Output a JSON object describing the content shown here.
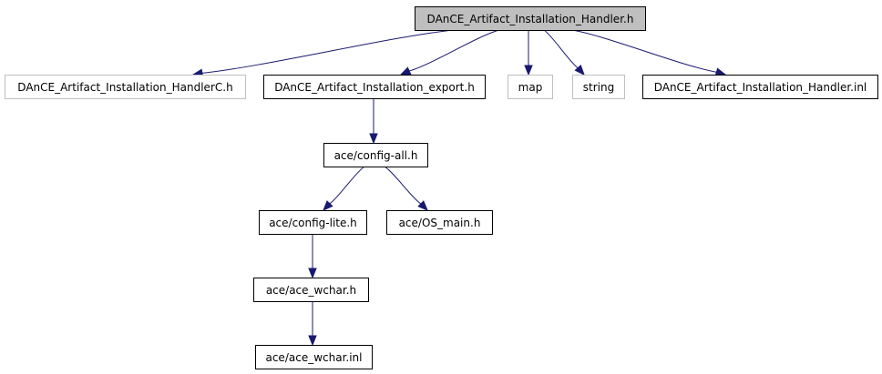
{
  "diagram": {
    "type": "include-dependency-graph",
    "colors": {
      "edge": "#191970",
      "root_fill": "#bfbfbf",
      "node_border": "#000000",
      "external_border": "#bfbfbf",
      "background": "#ffffff"
    },
    "nodes": [
      {
        "id": "root",
        "label": "DAnCE_Artifact_Installation_Handler.h",
        "style": "root"
      },
      {
        "id": "handlerC",
        "label": "DAnCE_Artifact_Installation_HandlerC.h",
        "style": "external"
      },
      {
        "id": "export",
        "label": "DAnCE_Artifact_Installation_export.h",
        "style": "linked"
      },
      {
        "id": "map",
        "label": "map",
        "style": "external"
      },
      {
        "id": "string",
        "label": "string",
        "style": "external"
      },
      {
        "id": "inl",
        "label": "DAnCE_Artifact_Installation_Handler.inl",
        "style": "linked"
      },
      {
        "id": "configall",
        "label": "ace/config-all.h",
        "style": "linked"
      },
      {
        "id": "configlite",
        "label": "ace/config-lite.h",
        "style": "linked"
      },
      {
        "id": "osmain",
        "label": "ace/OS_main.h",
        "style": "linked"
      },
      {
        "id": "acewchar",
        "label": "ace/ace_wchar.h",
        "style": "linked"
      },
      {
        "id": "acewcharinl",
        "label": "ace/ace_wchar.inl",
        "style": "linked"
      }
    ],
    "edges": [
      {
        "from": "root",
        "to": "handlerC"
      },
      {
        "from": "root",
        "to": "export"
      },
      {
        "from": "root",
        "to": "map"
      },
      {
        "from": "root",
        "to": "string"
      },
      {
        "from": "root",
        "to": "inl"
      },
      {
        "from": "export",
        "to": "configall"
      },
      {
        "from": "configall",
        "to": "configlite"
      },
      {
        "from": "configall",
        "to": "osmain"
      },
      {
        "from": "configlite",
        "to": "acewchar"
      },
      {
        "from": "acewchar",
        "to": "acewcharinl"
      }
    ]
  }
}
